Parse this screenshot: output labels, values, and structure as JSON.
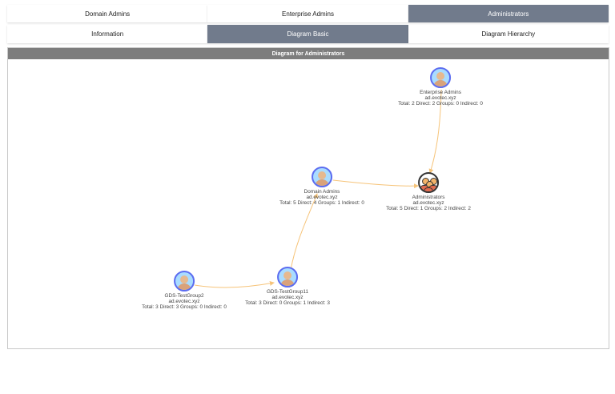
{
  "top_tabs": [
    {
      "label": "Domain Admins",
      "active": false
    },
    {
      "label": "Enterprise Admins",
      "active": false
    },
    {
      "label": "Administrators",
      "active": true
    }
  ],
  "sub_tabs": [
    {
      "label": "Information",
      "active": false
    },
    {
      "label": "Diagram Basic",
      "active": true
    },
    {
      "label": "Diagram Hierarchy",
      "active": false
    }
  ],
  "panel": {
    "title": "Diagram for Administrators"
  },
  "colors": {
    "active_tab": "#717b8c",
    "edge": "#f6c47a",
    "node_border": "#5b6cf0"
  },
  "nodes": {
    "enterprise_admins": {
      "name": "Enterprise Admins",
      "domain": "ad.evotec.xyz",
      "stats": "Total: 2 Direct: 2 Groups: 0 Indirect: 0",
      "icon": "user-icon"
    },
    "administrators": {
      "name": "Administrators",
      "domain": "ad.evotec.xyz",
      "stats": "Total: 5 Direct: 1 Groups: 2 Indirect: 2",
      "icon": "group-icon"
    },
    "domain_admins": {
      "name": "Domain Admins",
      "domain": "ad.evotec.xyz",
      "stats": "Total: 5 Direct: 4 Groups: 1 Indirect: 0",
      "icon": "user-icon"
    },
    "gds_testgroup11": {
      "name": "GDS-TestGroup11",
      "domain": "ad.evotec.xyz",
      "stats": "Total: 3 Direct: 0 Groups: 1 Indirect: 3",
      "icon": "user-icon"
    },
    "gds_testgroup2": {
      "name": "GDS-TestGroup2",
      "domain": "ad.evotec.xyz",
      "stats": "Total: 3 Direct: 3 Groups: 0 Indirect: 0",
      "icon": "user-icon"
    }
  }
}
